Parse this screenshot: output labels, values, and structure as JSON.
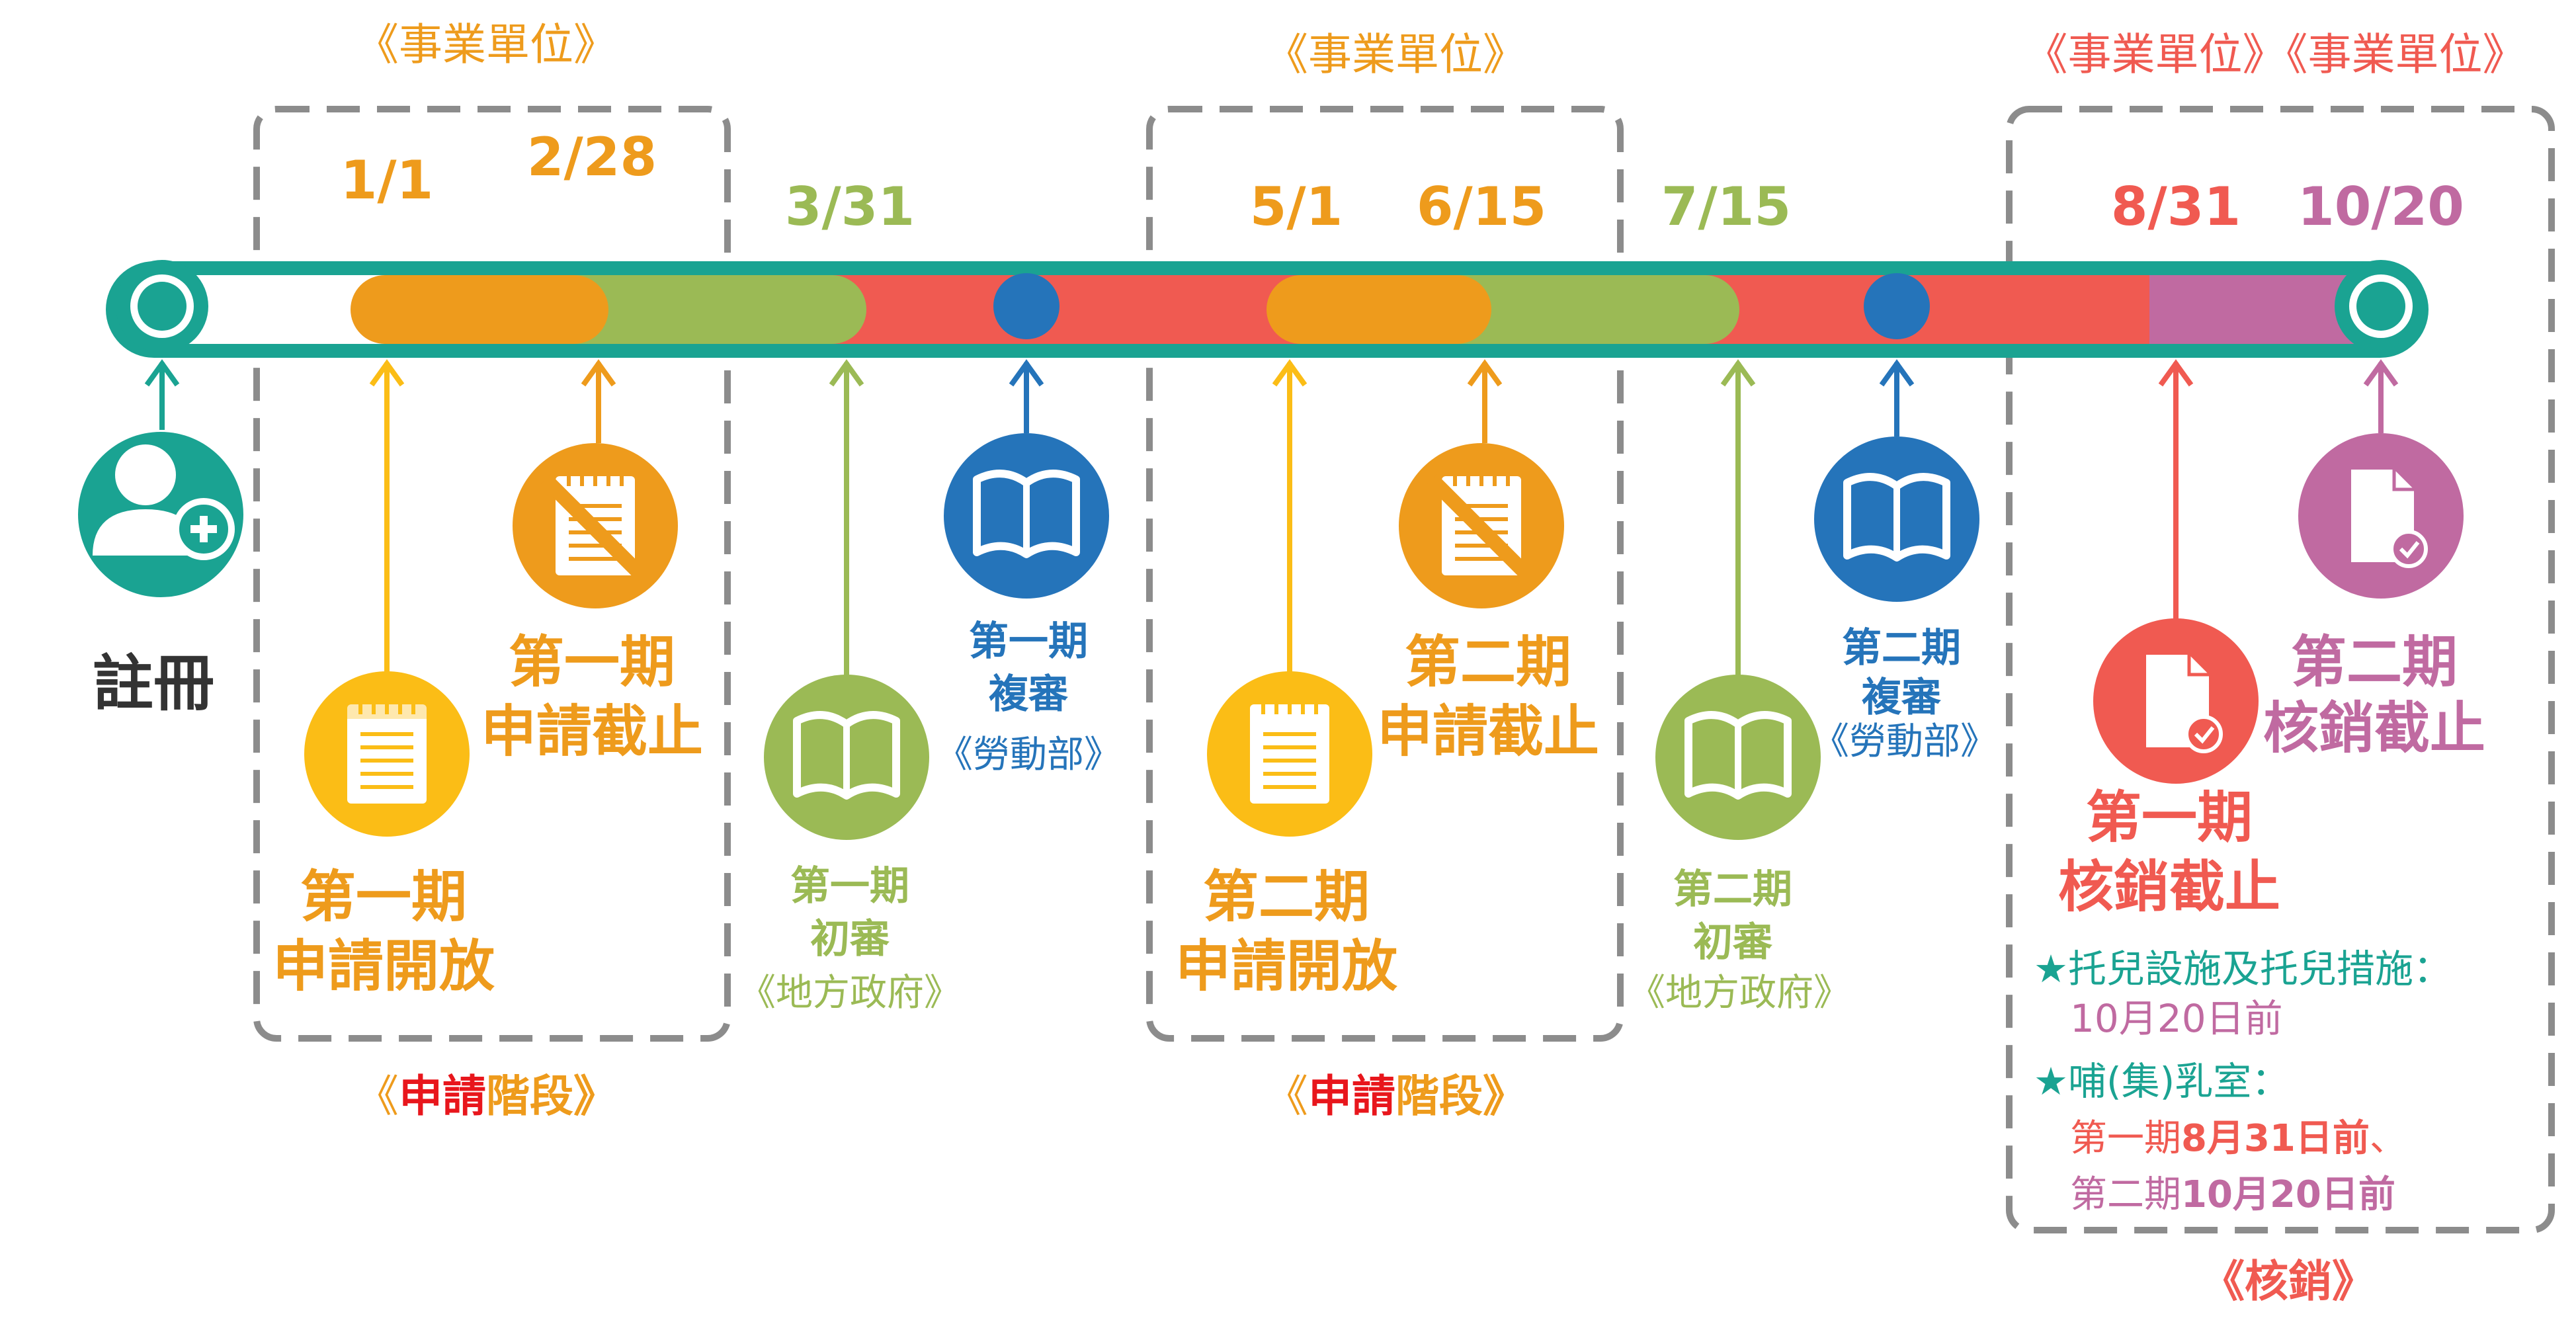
{
  "colors": {
    "teal": "#1aa392",
    "orange": "#ee9b1c",
    "yellow": "#fbbd16",
    "green": "#9bba55",
    "red": "#f05a51",
    "blue": "#2574ba",
    "purple": "#c06aa1",
    "gray": "#8c8c8c"
  },
  "labels": {
    "unit_1": "《事業單位》",
    "unit_2": "《事業單位》",
    "unit_3": "《事業單位》《事業單位》",
    "phase_1_pre": "《",
    "phase_1_red": "申請",
    "phase_1_post": "階段》",
    "phase_2_pre": "《",
    "phase_2_red": "申請",
    "phase_2_post": "階段》",
    "writeoff": "《核銷》"
  },
  "dates": {
    "d1": "1/1",
    "d2": "2/28",
    "d3": "3/31",
    "d4": "5/1",
    "d5": "6/15",
    "d6": "7/15",
    "d7": "8/31",
    "d8": "10/20"
  },
  "stages": {
    "register": "註冊",
    "p1_open_1": "第一期",
    "p1_open_2": "申請開放",
    "p1_close_1": "第一期",
    "p1_close_2": "申請截止",
    "p1_first_1": "第一期",
    "p1_first_2": "初審",
    "p1_first_3": "《地方政府》",
    "p1_second_1": "第一期",
    "p1_second_2": "複審",
    "p1_second_3": "《勞動部》",
    "p2_open_1": "第二期",
    "p2_open_2": "申請開放",
    "p2_close_1": "第二期",
    "p2_close_2": "申請截止",
    "p2_first_1": "第二期",
    "p2_first_2": "初審",
    "p2_first_3": "《地方政府》",
    "p2_second_1": "第二期",
    "p2_second_2": "複審",
    "p2_second_3": "《勞動部》",
    "p1_wo_1": "第一期",
    "p1_wo_2": "核銷截止",
    "p2_wo_1": "第二期",
    "p2_wo_2": "核銷截止"
  },
  "notes": {
    "n1_star": "★",
    "n1_label": "托兒設施及托兒措施：",
    "n1_value": "10月20日前",
    "n2_star": "★",
    "n2_label": "哺(集)乳室：",
    "n2_p1_pre": "第一期",
    "n2_p1_bold": "8月31日前",
    "n2_p1_post": "、",
    "n2_p2_pre": "第二期",
    "n2_p2_bold": "10月20日前"
  }
}
